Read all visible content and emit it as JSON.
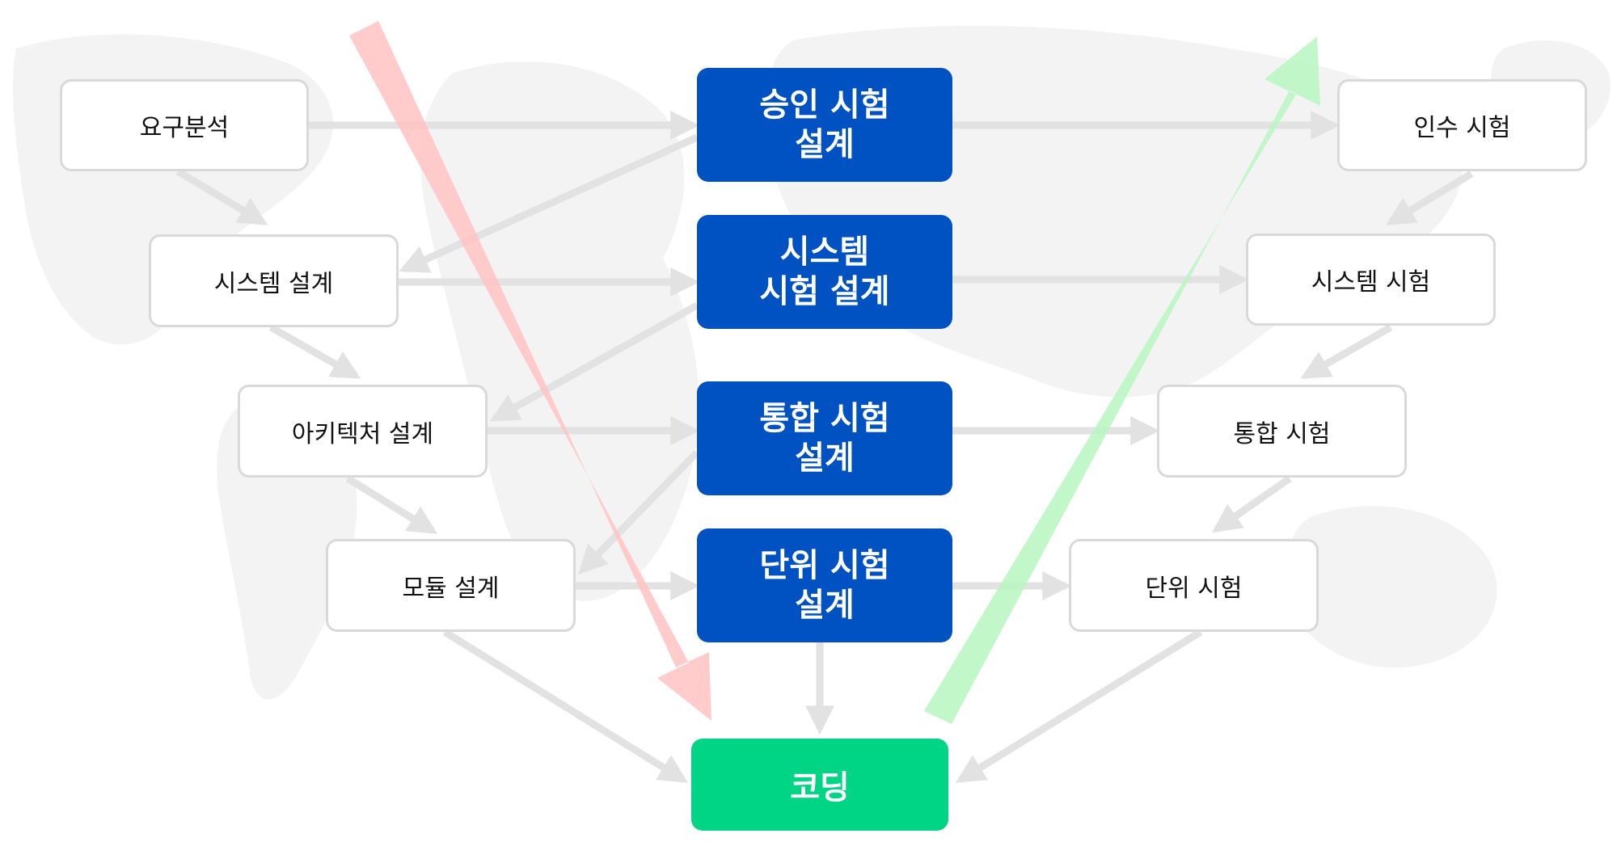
{
  "colors": {
    "design_box_bg": "#0052c2",
    "coding_box_bg": "#00d585",
    "outline_border": "#d9d9d9",
    "connector": "#e2e2e2",
    "down_arrow": "#ffc2c2",
    "up_arrow": "#b7f7c0",
    "map_background": "#f2f2f2"
  },
  "left_chain": {
    "requirements": "요구분석",
    "system_design": "시스템 설계",
    "architecture_design": "아키텍처 설계",
    "module_design": "모듈 설계"
  },
  "test_design": {
    "acceptance": "승인 시험\n설계",
    "system": "시스템\n시험 설계",
    "integration": "통합 시험\n설계",
    "unit": "단위 시험\n설계"
  },
  "coding": "코딩",
  "right_chain": {
    "acceptance_test": "인수 시험",
    "system_test": "시스템 시험",
    "integration_test": "통합 시험",
    "unit_test": "단위 시험"
  }
}
